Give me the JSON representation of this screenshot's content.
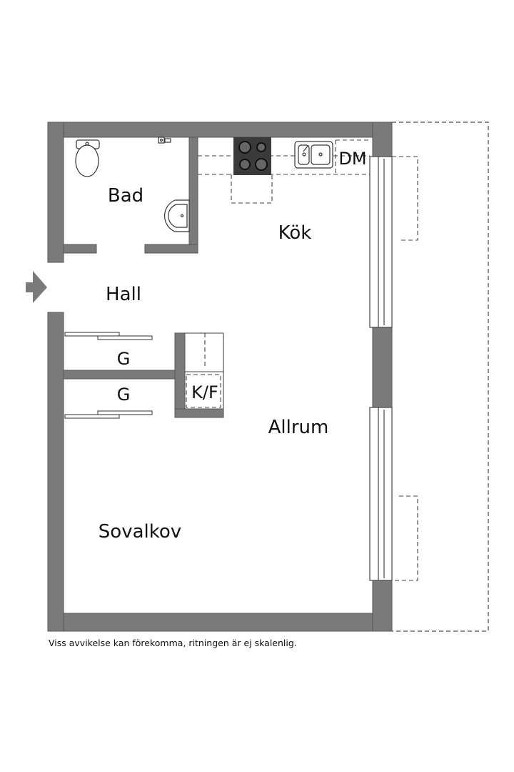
{
  "rooms": {
    "bad": "Bad",
    "kok": "Kök",
    "hall": "Hall",
    "g1": "G",
    "g2": "G",
    "kf": "K/F",
    "allrum": "Allrum",
    "sovalkov": "Sovalkov",
    "dm": "DM"
  },
  "footer": {
    "disclaimer": "Viss avvikelse kan förekomma, ritningen är ej skalenlig."
  },
  "colors": {
    "wall": "#7a7a7a",
    "wall_outline": "#555555",
    "line": "#444444",
    "stove": "#3a3a3a"
  }
}
